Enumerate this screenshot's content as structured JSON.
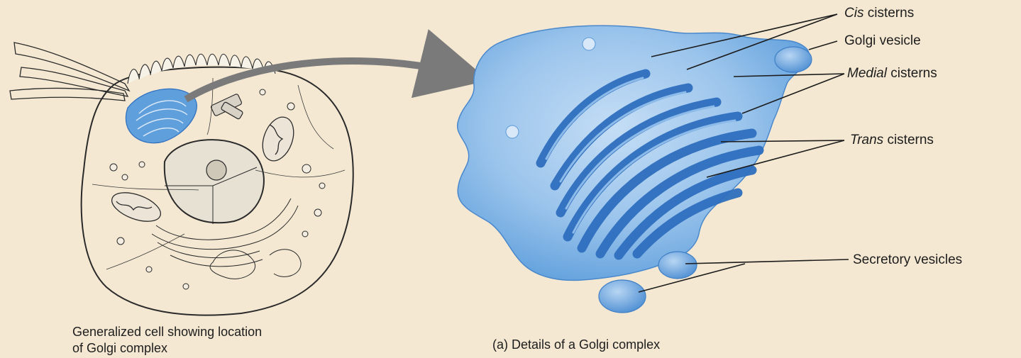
{
  "labels": {
    "cis_italic": "Cis",
    "cis_rest": " cisterns",
    "golgi_vesicle": "Golgi vesicle",
    "medial_italic": "Medial",
    "medial_rest": " cisterns",
    "trans_italic": "Trans",
    "trans_rest": " cisterns",
    "secretory": "Secretory vesicles"
  },
  "captions": {
    "cell_line1": "Generalized cell showing location",
    "cell_line2": "of Golgi complex",
    "detail": "(a) Details of a Golgi complex"
  },
  "colors": {
    "background": "#f4e8d2",
    "golgi_light": "#a9cdef",
    "golgi_mid": "#5f9fdc",
    "golgi_dark": "#2f6fbf",
    "arrow": "#7a7a7a"
  }
}
